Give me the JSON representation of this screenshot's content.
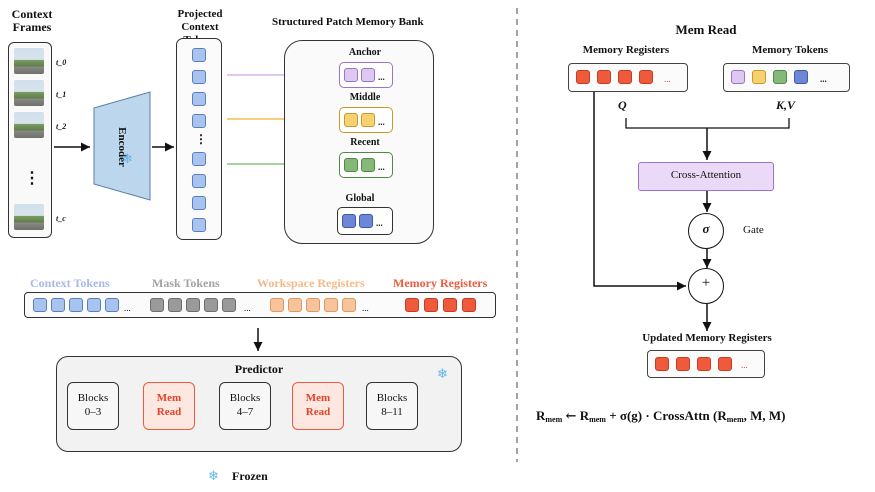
{
  "left": {
    "context_frames_title_1": "Context",
    "context_frames_title_2": "Frames",
    "frame_labels": [
      "t_0",
      "t_1",
      "t_2",
      "t_c"
    ],
    "dots": "⋮",
    "projected_title_1": "Projected",
    "projected_title_2": "Context Tokens",
    "projected_dots": "⋮",
    "encoder_label": "Encoder",
    "memory_bank_title": "Structured Patch Memory Bank",
    "bank_groups": [
      {
        "label": "Anchor",
        "ellipsis": "...",
        "color": "#dcc8f0",
        "border": "#9b74c9"
      },
      {
        "label": "Middle",
        "ellipsis": "...",
        "color": "#f7d070",
        "border": "#c99a2a"
      },
      {
        "label": "Recent",
        "ellipsis": "...",
        "color": "#86b87a",
        "border": "#4f8a44"
      },
      {
        "label": "Global",
        "ellipsis": "...",
        "color": "#6d86d6",
        "border": "#3f58a8"
      }
    ]
  },
  "sequence": {
    "labels": [
      "Context Tokens",
      "Mask Tokens",
      "Workspace Registers",
      "Memory Registers"
    ],
    "label_colors": [
      "#a9b9e4",
      "#a3a3a3",
      "#f2b98a",
      "#ef5a3c"
    ],
    "ellipsis": "..."
  },
  "predictor": {
    "title": "Predictor",
    "blocks": [
      {
        "line1": "Blocks",
        "line2": "0–3",
        "type": "block"
      },
      {
        "line1": "Mem",
        "line2": "Read",
        "type": "mem"
      },
      {
        "line1": "Blocks",
        "line2": "4–7",
        "type": "block"
      },
      {
        "line1": "Mem",
        "line2": "Read",
        "type": "mem"
      },
      {
        "line1": "Blocks",
        "line2": "8–11",
        "type": "block"
      }
    ]
  },
  "legend": {
    "frozen_symbol": "❄",
    "frozen_label": "Frozen"
  },
  "right": {
    "title": "Mem Read",
    "memory_registers_label": "Memory Registers",
    "memory_tokens_label": "Memory Tokens",
    "ellipsis": "...",
    "q_label": "Q",
    "kv_label": "K,V",
    "cross_attention_label": "Cross-Attention",
    "sigma_symbol": "σ",
    "gate_label": "Gate",
    "plus_symbol": "+",
    "updated_label": "Updated Memory Registers",
    "memory_token_colors": [
      "#dcc8f0",
      "#f7d070",
      "#86b87a",
      "#6d86d6"
    ],
    "register_color": "#ef5a3c",
    "equation": {
      "r1": "R",
      "r1_sub": "mem",
      "arrow": "←",
      "r2": "R",
      "r2_sub": "mem",
      "mid": "+ σ(g) · CrossAttn (R",
      "r3_sub": "mem",
      "tail": ", M, M)"
    }
  }
}
